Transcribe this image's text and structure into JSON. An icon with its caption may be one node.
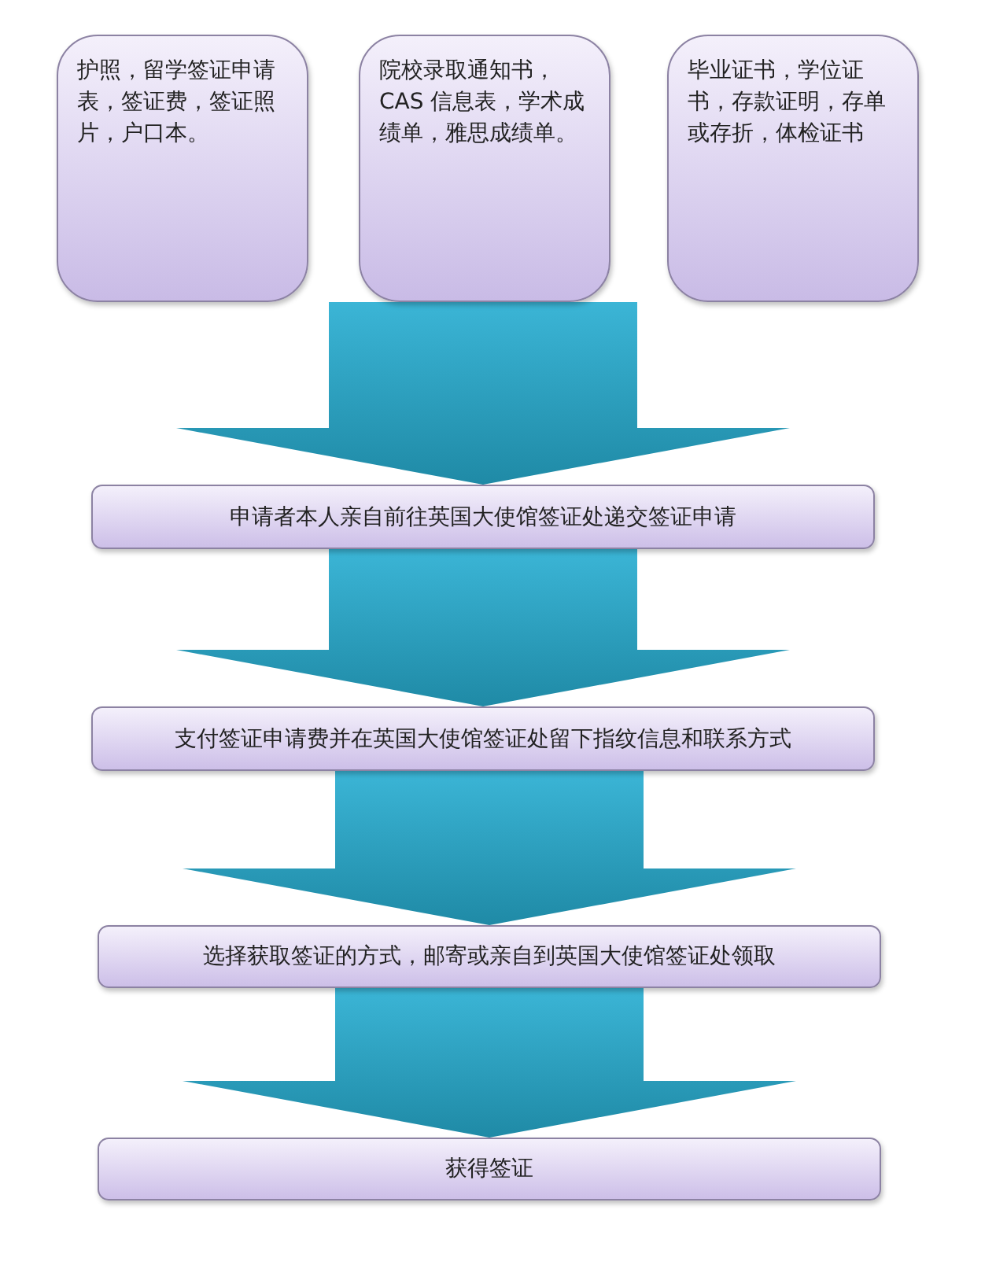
{
  "diagram": {
    "nodes": [
      {
        "text": [
          "护照，留学签证申请表，签证费，签证照片，户口本。"
        ]
      },
      {
        "text": [
          "院校录取通知书，CAS 信息表，学术成绩单，雅思成绩单。"
        ]
      },
      {
        "text": [
          "毕业证书，学位证书，存款证明，存单或存折，体检证书"
        ]
      },
      {
        "text": [
          "申请者本人亲自前往英国大使馆签证处递交签证申请"
        ]
      },
      {
        "text": [
          "支付签证申请费并在英国大使馆签证处留下指纹信息和联系方式"
        ]
      },
      {
        "text": [
          "选择获取签证的方式，邮寄或亲自到英国大使馆签证处领取"
        ]
      },
      {
        "text": [
          "获得签证"
        ]
      }
    ],
    "edges": [
      {
        "from": 0,
        "to": 3,
        "arrow": "to"
      },
      {
        "from": 1,
        "to": 3,
        "arrow": "to"
      },
      {
        "from": 2,
        "to": 3,
        "arrow": "to"
      },
      {
        "from": 3,
        "to": 4,
        "arrow": "to"
      },
      {
        "from": 4,
        "to": 5,
        "arrow": "to"
      },
      {
        "from": 5,
        "to": 6,
        "arrow": "to"
      }
    ]
  }
}
